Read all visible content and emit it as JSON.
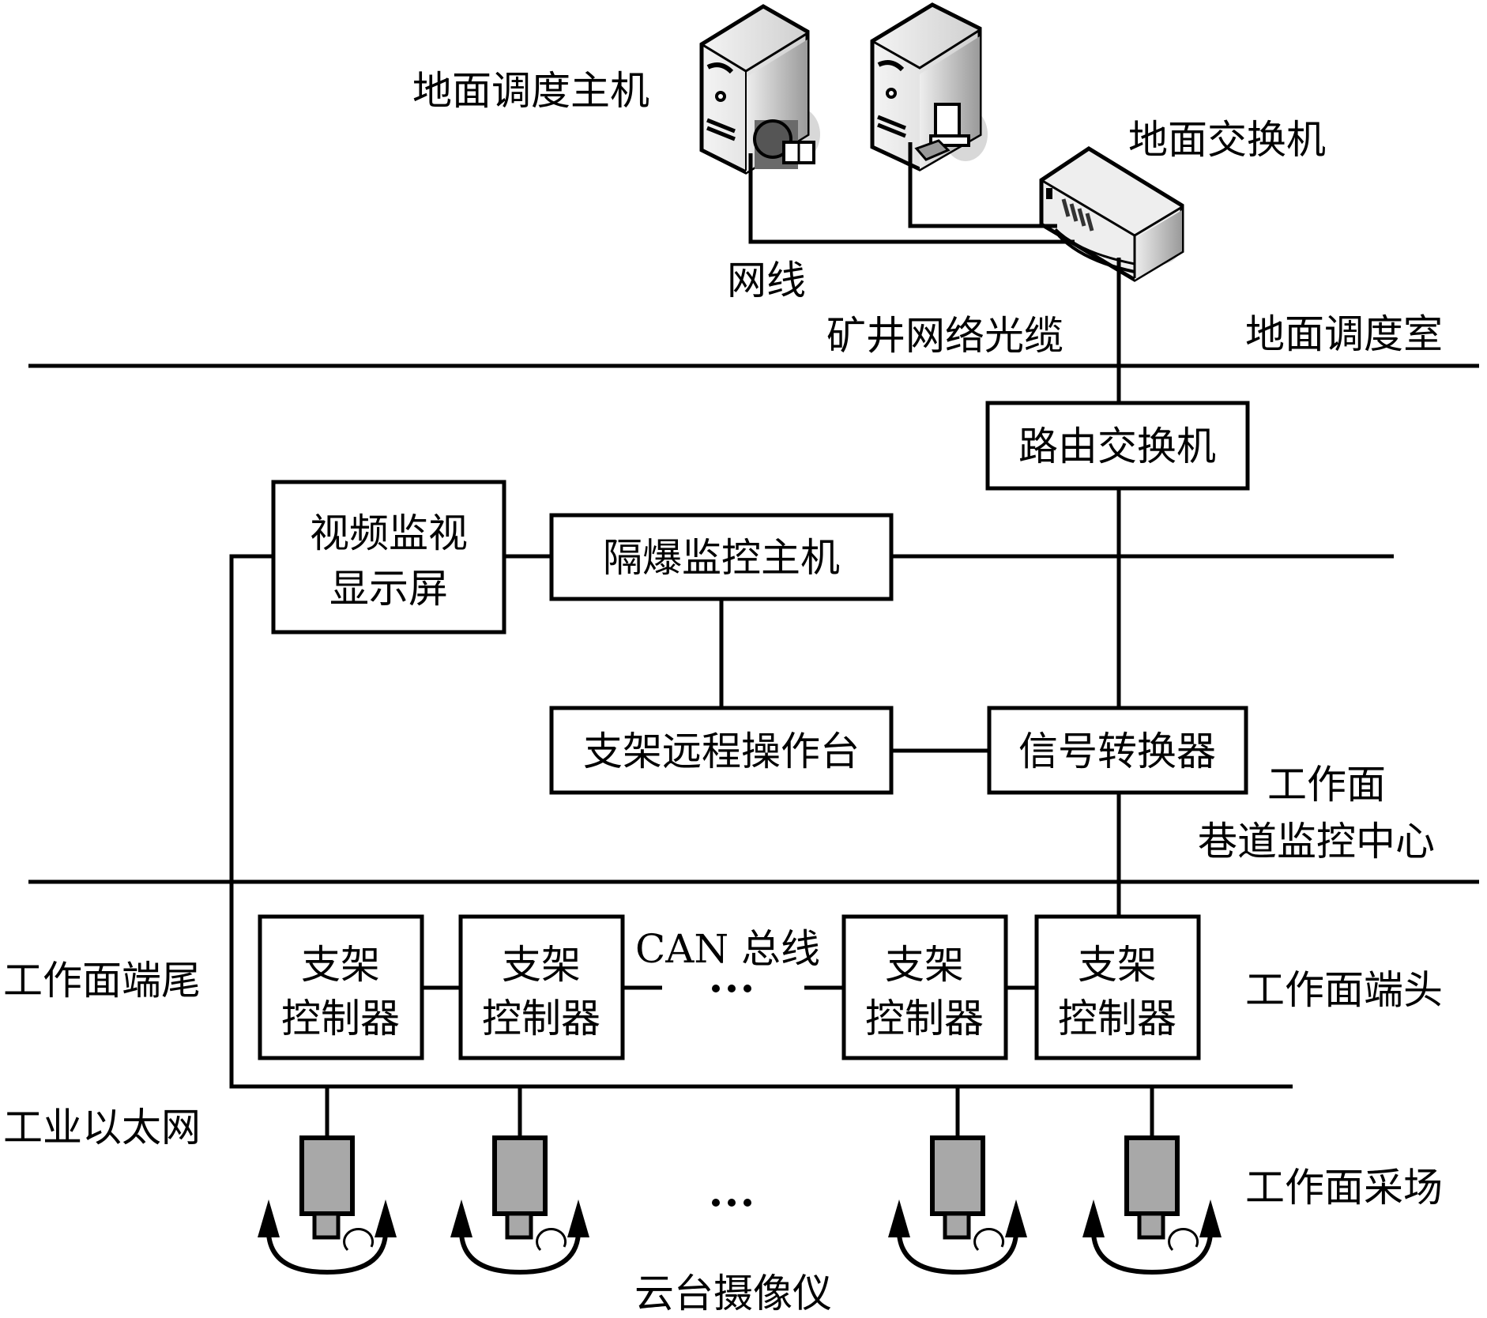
{
  "title": "综采工作面远程监控系统结构",
  "zones": {
    "surface": "地面调度室",
    "roadway_line1": "工作面",
    "roadway_line2": "巷道监控中心",
    "face_tail": "工作面端尾",
    "face_head": "工作面端头",
    "ethernet": "工业以太网",
    "stope": "工作面采场"
  },
  "surface": {
    "dispatch_host": "地面调度主机",
    "ground_switch": "地面交换机",
    "network_cable": "网线",
    "fiber_cable": "矿井网络光缆"
  },
  "roadway": {
    "router_switch": "路由交换机",
    "video_display_line1": "视频监视",
    "video_display_line2": "显示屏",
    "explosion_proof_host": "隔爆监控主机",
    "remote_console": "支架远程操作台",
    "signal_converter": "信号转换器"
  },
  "face": {
    "can_bus": "CAN 总线",
    "ellipsis": "···",
    "controllers": [
      {
        "line1": "支架",
        "line2": "控制器"
      },
      {
        "line1": "支架",
        "line2": "控制器"
      },
      {
        "line1": "支架",
        "line2": "控制器"
      },
      {
        "line1": "支架",
        "line2": "控制器"
      }
    ],
    "cameras_label": "云台摄像仪",
    "cameras_ellipsis": "···"
  },
  "colors": {
    "line": "#000000",
    "camera_fill": "#a8a8a8",
    "server_dark": "#555555"
  }
}
